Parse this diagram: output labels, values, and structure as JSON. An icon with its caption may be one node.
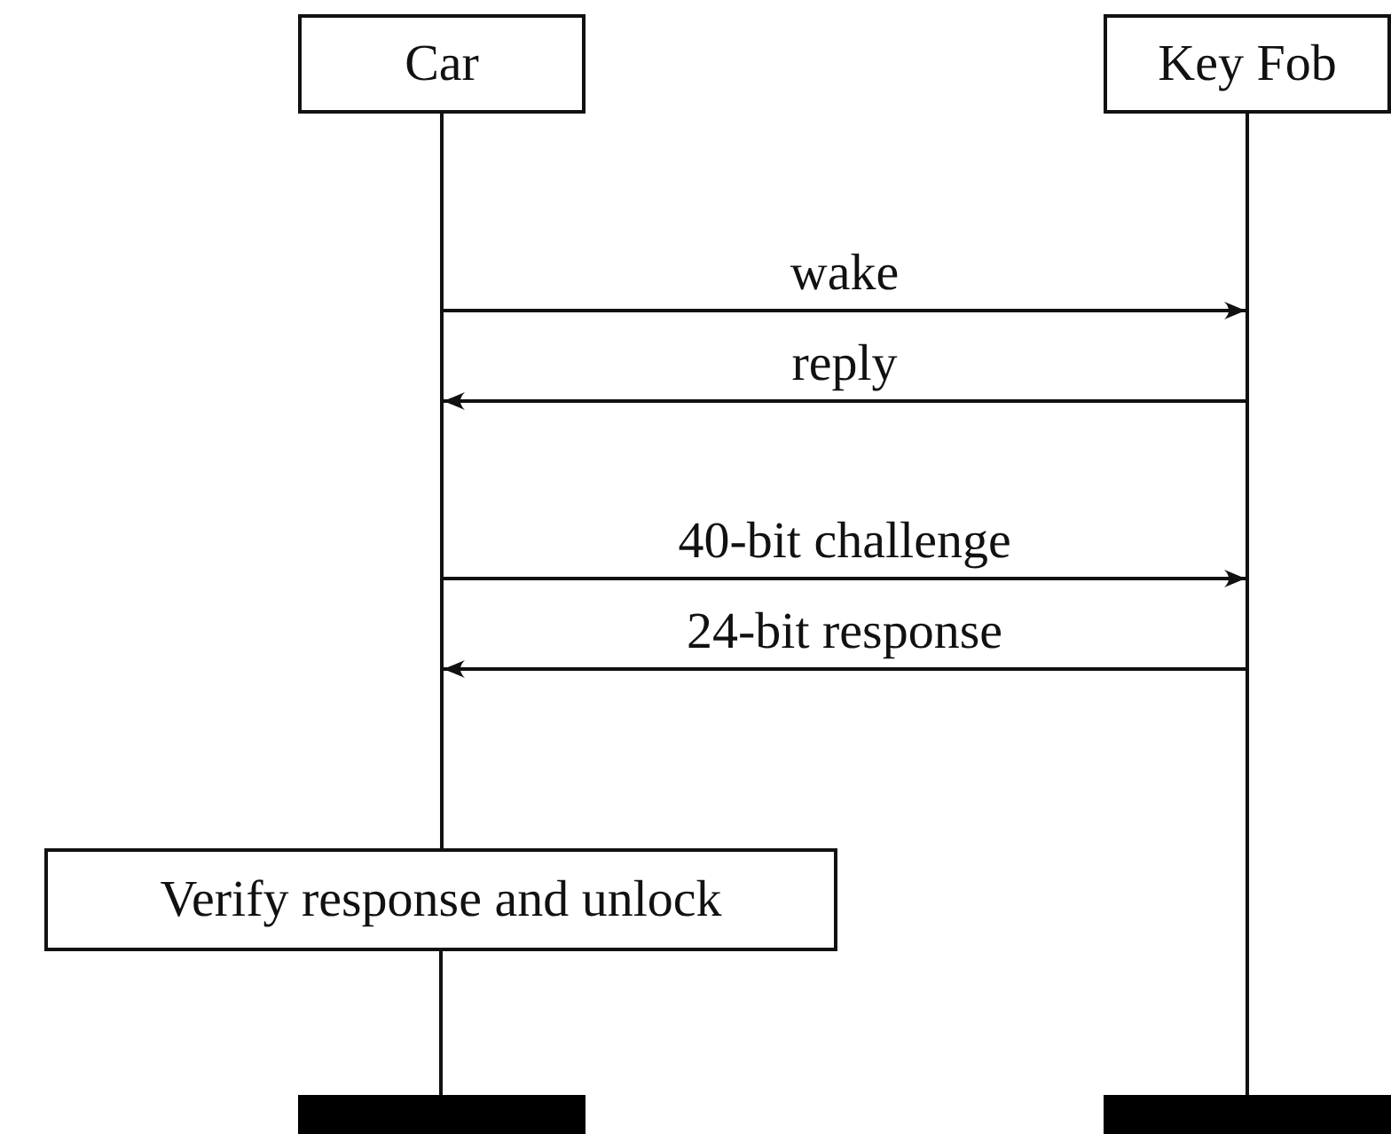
{
  "diagram": {
    "nodes": [
      {
        "text": [
          "Car"
        ]
      },
      {
        "text": [
          "Key Fob"
        ]
      },
      {
        "text": [
          "Verify response and unlock"
        ]
      },
      {
        "text": [],
        "shape": "bar"
      },
      {
        "text": [],
        "shape": "bar"
      },
      {
        "text": [],
        "shape": "line"
      },
      {
        "text": [],
        "shape": "line"
      }
    ],
    "edges": [
      {
        "from": 2,
        "to": 3,
        "arrow": "none"
      },
      {
        "from": 5,
        "to": 6,
        "label": "wake",
        "arrow": "to"
      },
      {
        "from": 6,
        "to": 5,
        "label": "reply",
        "arrow": "to"
      },
      {
        "from": 5,
        "to": 6,
        "label": "40-bit challenge",
        "arrow": "to"
      },
      {
        "from": 6,
        "to": 5,
        "label": "24-bit response",
        "arrow": "to"
      }
    ]
  }
}
